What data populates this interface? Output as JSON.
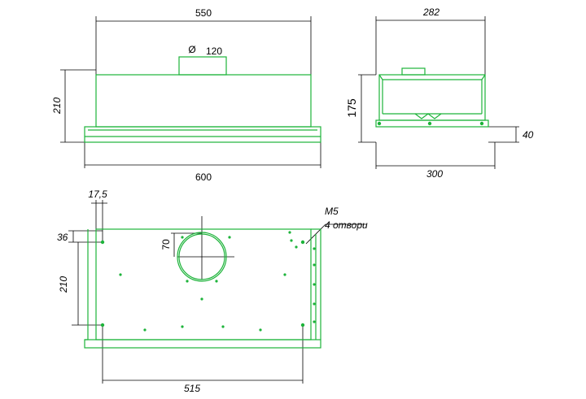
{
  "colors": {
    "outline": "#1db33a",
    "dimension": "#000000",
    "background": "#ffffff"
  },
  "front_view": {
    "width_top": "550",
    "diameter_symbol": "Ø",
    "diameter_value": "120",
    "height": "210",
    "width_bottom": "600"
  },
  "side_view": {
    "depth_top": "282",
    "height": "175",
    "panel_height": "40",
    "depth_bottom": "300"
  },
  "bottom_view": {
    "edge_offset": "17,5",
    "hole_offset": "36",
    "duct_offset": "70",
    "hole_spacing_vertical": "210",
    "hole_spacing_horizontal": "515",
    "thread_label": "M5",
    "holes_label": "4 отвори"
  }
}
